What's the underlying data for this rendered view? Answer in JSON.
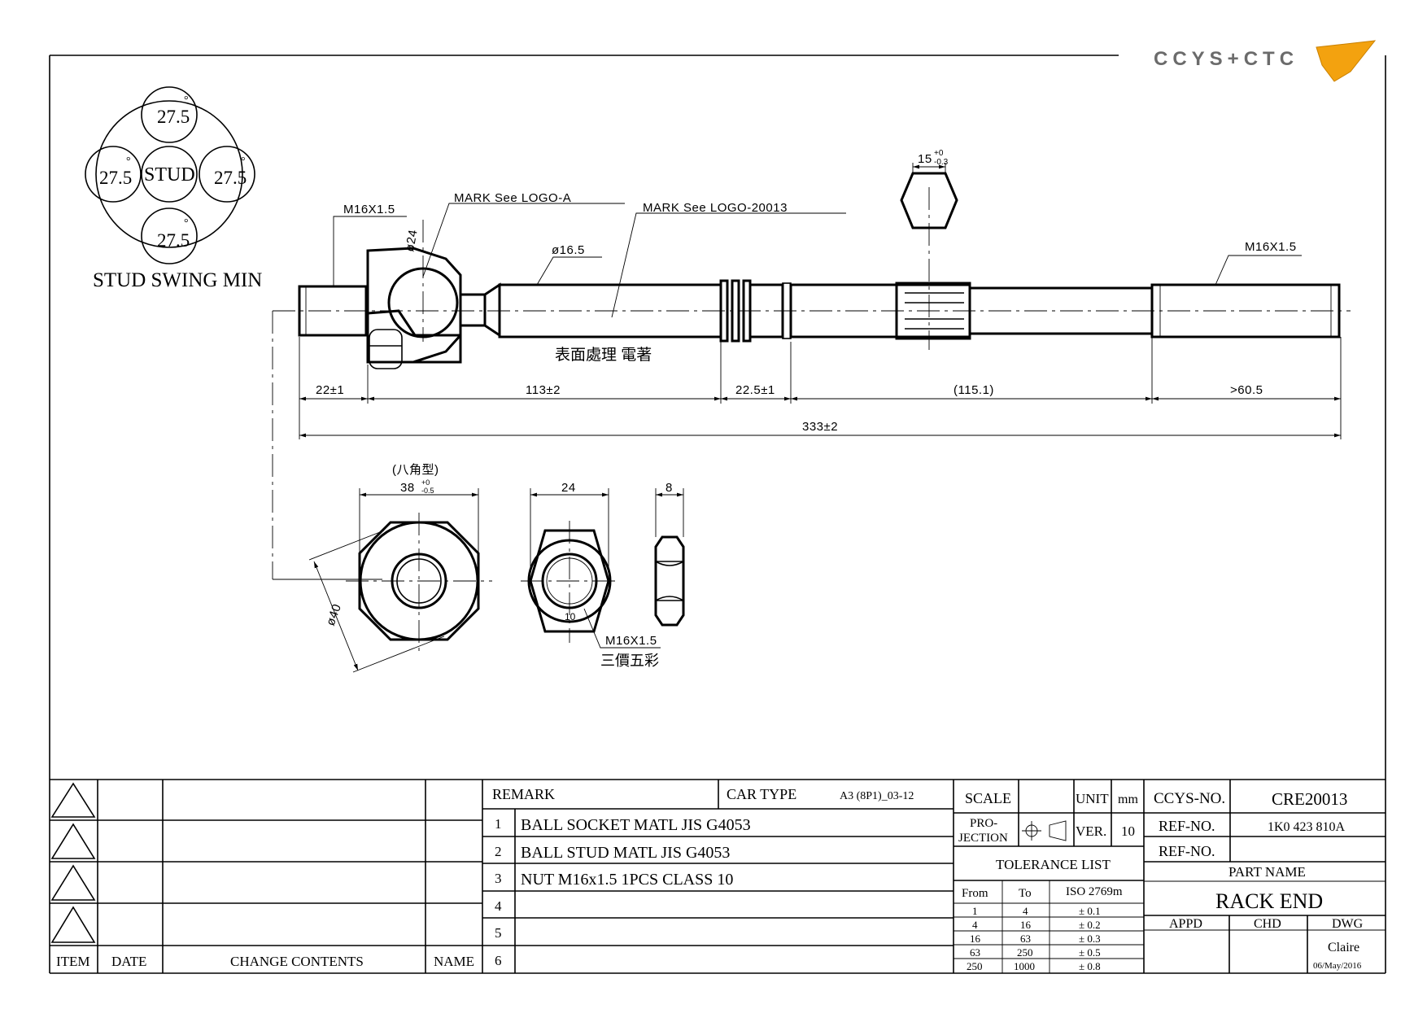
{
  "logo": {
    "text": "CCYS+CTC"
  },
  "stud_swing": {
    "angles": [
      "27.5",
      "27.5",
      "27.5",
      "27.5"
    ],
    "degree_mark": "°",
    "center_label": "STUD",
    "caption": "STUD SWING MIN"
  },
  "annotations": {
    "mark_a": "MARK  See  LOGO-A",
    "mark_b": "MARK  See  LOGO-20013",
    "thread_left": "M16X1.5",
    "thread_right": "M16X1.5",
    "dia_socket": "ø24",
    "dia_shaft": "ø16.5",
    "hex_flat": "15",
    "hex_tol_upper": "+0",
    "hex_tol_lower": "-0.3",
    "surface": "表面處理 電著"
  },
  "dimensions": {
    "d1": "22±1",
    "d2": "113±2",
    "d3": "22.5±1",
    "d4": "(115.1)",
    "d5": ">60.5",
    "overall": "333±2"
  },
  "section_views": {
    "octagon_note": "(八角型)",
    "octagon_width": "38",
    "octagon_tol_upper": "+0",
    "octagon_tol_lower": "-0.5",
    "octagon_diag": "ø40",
    "nut_width": "24",
    "nut_thickness": "8",
    "nut_mark": "10",
    "nut_thread": "M16X1.5",
    "nut_finish": "三價五彩"
  },
  "revision_table": {
    "headers": [
      "ITEM",
      "DATE",
      "CHANGE CONTENTS",
      "NAME"
    ]
  },
  "remarks": {
    "remark_label": "REMARK",
    "car_type_label": "CAR TYPE",
    "car_type_value": "A3 (8P1)_03-12",
    "rows": [
      {
        "no": "1",
        "text": "BALL SOCKET MATL JIS G4053"
      },
      {
        "no": "2",
        "text": "BALL STUD MATL JIS G4053"
      },
      {
        "no": "3",
        "text": "NUT M16x1.5 1PCS CLASS 10"
      },
      {
        "no": "4",
        "text": ""
      },
      {
        "no": "5",
        "text": ""
      },
      {
        "no": "6",
        "text": ""
      }
    ]
  },
  "title_block": {
    "scale_label": "SCALE",
    "unit_label": "UNIT",
    "unit_value": "mm",
    "projection_label": "PRO-\nJECTION",
    "projection_l1": "PRO-",
    "projection_l2": "JECTION",
    "ver_label": "VER.",
    "ver_value": "10",
    "tolerance_title": "TOLERANCE LIST",
    "tol_headers": [
      "From",
      "To",
      "ISO 2769m"
    ],
    "tol_rows": [
      [
        "1",
        "4",
        "± 0.1"
      ],
      [
        "4",
        "16",
        "± 0.2"
      ],
      [
        "16",
        "63",
        "± 0.3"
      ],
      [
        "63",
        "250",
        "± 0.5"
      ],
      [
        "250",
        "1000",
        "± 0.8"
      ]
    ],
    "ccys_no_label": "CCYS-NO.",
    "ccys_no_value": "CRE20013",
    "ref_no_label_1": "REF-NO.",
    "ref_no_value_1": "1K0 423 810A",
    "ref_no_label_2": "REF-NO.",
    "ref_no_value_2": "",
    "part_name_label": "PART NAME",
    "part_name_value": "RACK END",
    "appd_label": "APPD",
    "chd_label": "CHD",
    "dwg_label": "DWG",
    "drawer": "Claire",
    "date": "06/May/2016"
  },
  "colors": {
    "ink": "#000000",
    "logo_gray": "#6b6b6b",
    "logo_orange": "#f3a20f"
  }
}
